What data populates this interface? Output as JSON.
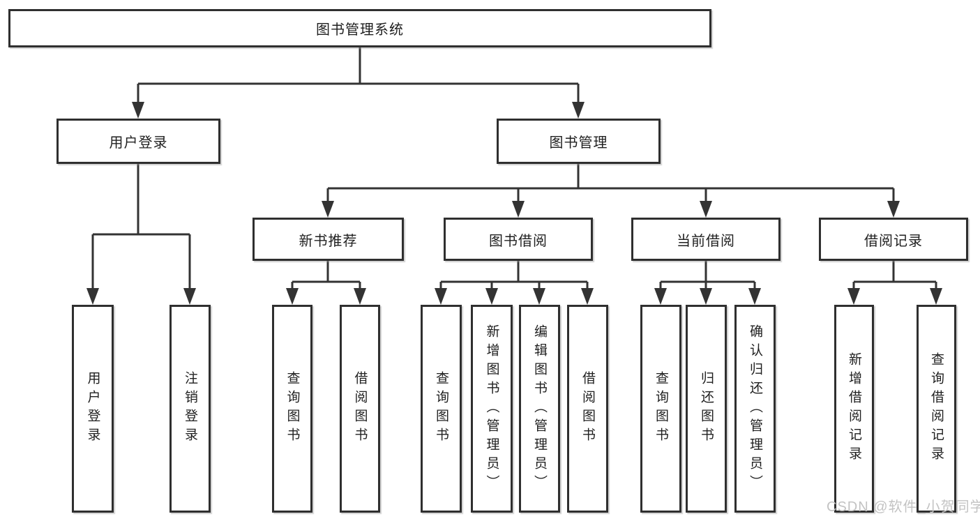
{
  "diagram": {
    "root": {
      "label": "图书管理系统",
      "children": [
        {
          "label": "用户登录",
          "children": [
            {
              "label": "用户登录"
            },
            {
              "label": "注销登录"
            }
          ]
        },
        {
          "label": "图书管理",
          "children": [
            {
              "label": "新书推荐",
              "children": [
                {
                  "label": "查询图书"
                },
                {
                  "label": "借阅图书"
                }
              ]
            },
            {
              "label": "图书借阅",
              "children": [
                {
                  "label": "查询图书"
                },
                {
                  "label": "新增图书（管理员）"
                },
                {
                  "label": "编辑图书（管理员）"
                },
                {
                  "label": "借阅图书"
                }
              ]
            },
            {
              "label": "当前借阅",
              "children": [
                {
                  "label": "查询图书"
                },
                {
                  "label": "归还图书"
                },
                {
                  "label": "确认归还（管理员）"
                }
              ]
            },
            {
              "label": "借阅记录",
              "children": [
                {
                  "label": "新增借阅记录"
                },
                {
                  "label": "查询借阅记录"
                }
              ]
            }
          ]
        }
      ]
    },
    "line_color": "#333333",
    "border_color": "#2f2f2f",
    "background": "#ffffff"
  },
  "watermark": {
    "text": "CSDN @软件_小贺同学",
    "color": "#c3c3c3"
  }
}
